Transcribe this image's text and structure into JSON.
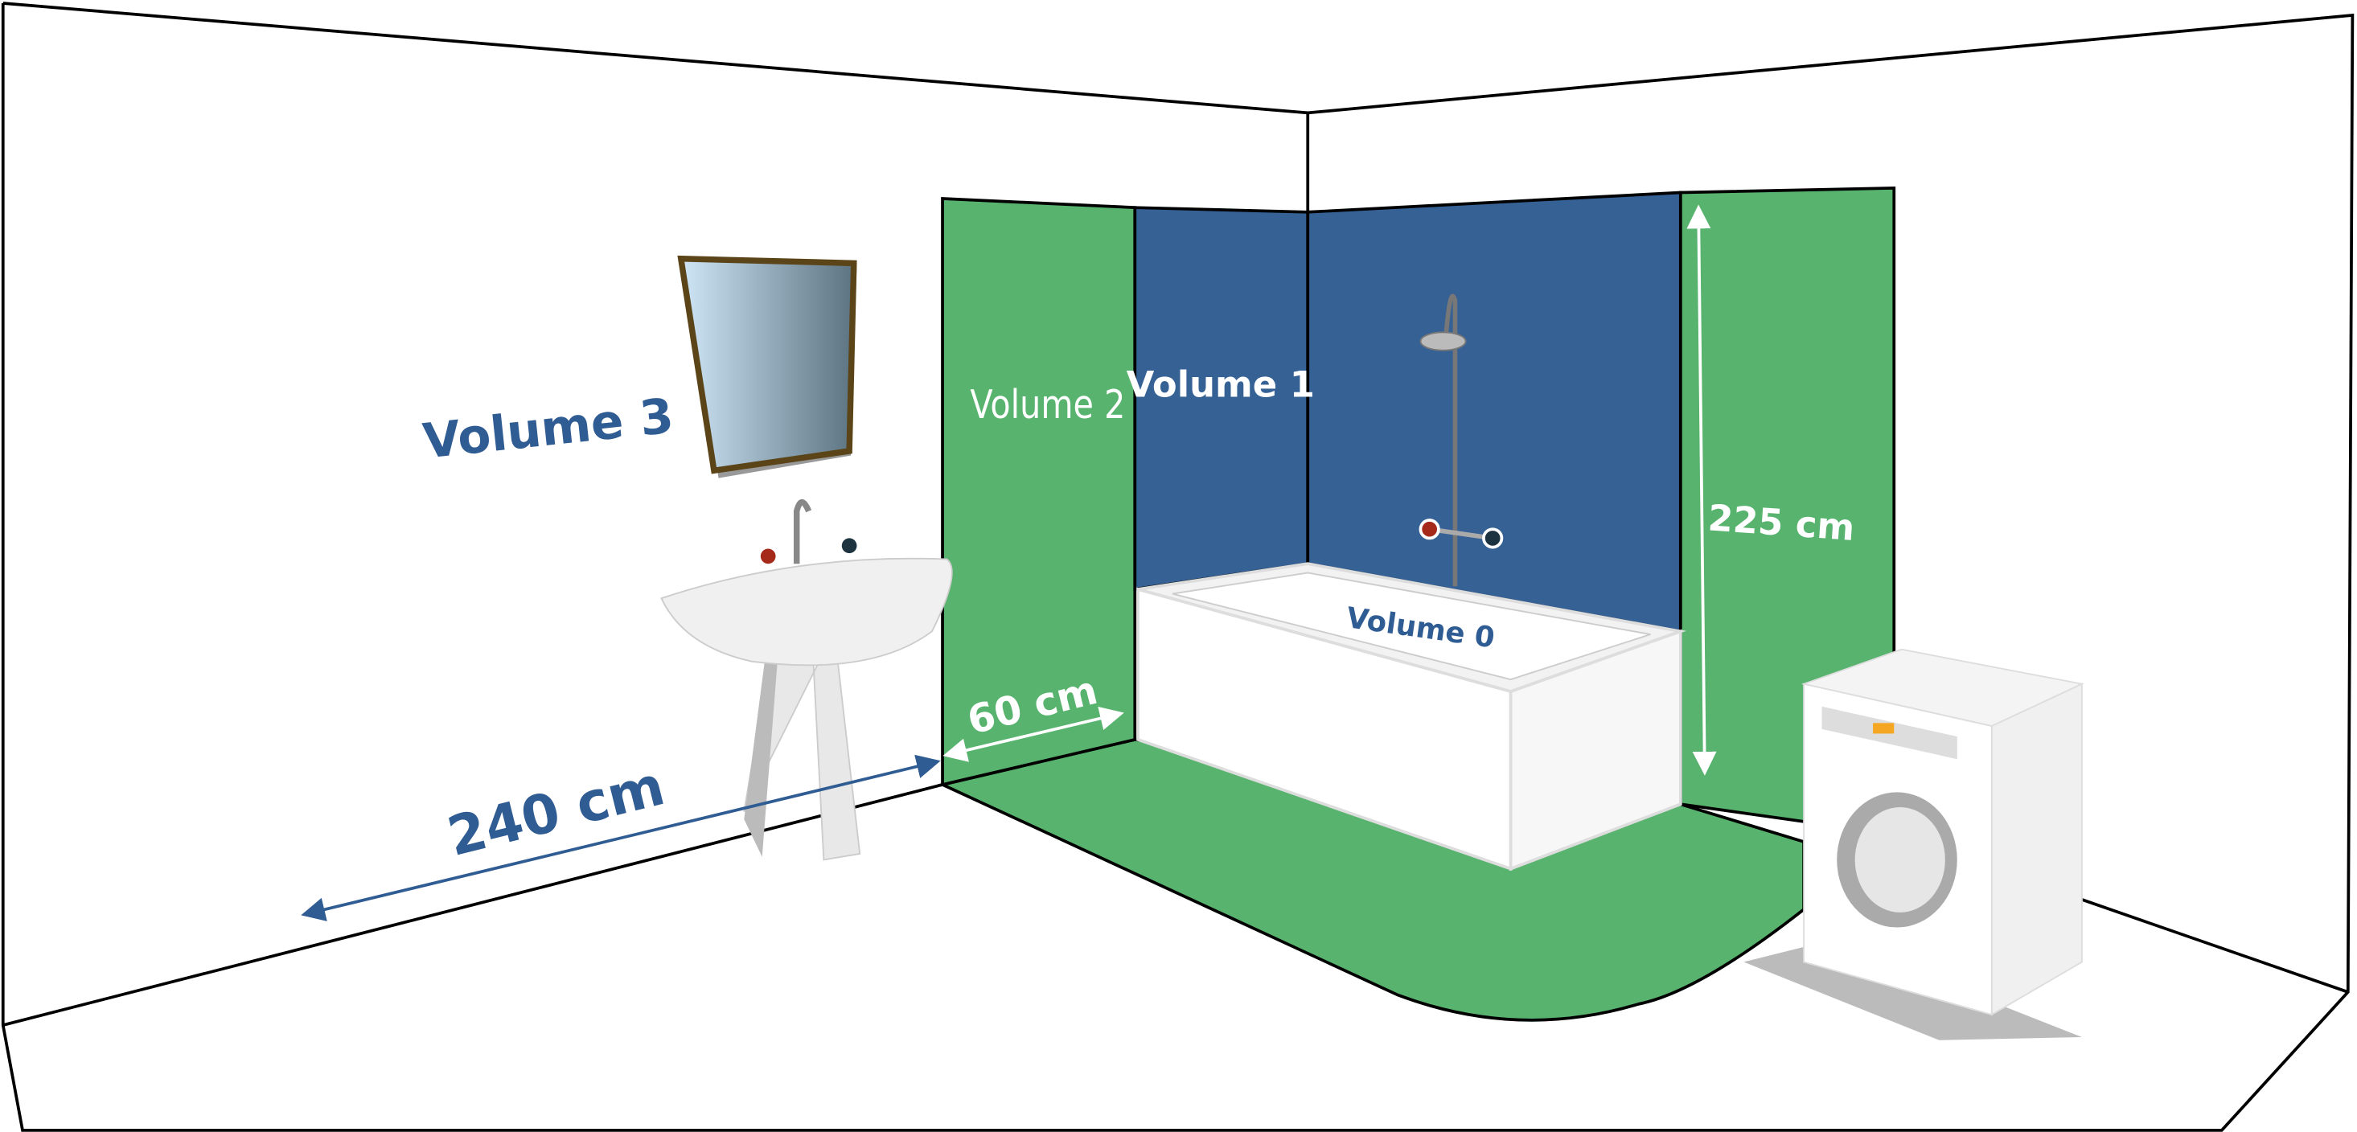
{
  "labels": {
    "volume_0": "Volume 0",
    "volume_1": "Volume 1",
    "volume_2": "Volume 2",
    "volume_3": "Volume 3"
  },
  "dimensions": {
    "height": "225 cm",
    "zone_width": "60 cm",
    "volume3_width": "240 cm"
  },
  "colors": {
    "green_zone": "#57b36d",
    "blue_zone": "#356195",
    "label_blue": "#2f5c93",
    "outline": "#000000"
  }
}
